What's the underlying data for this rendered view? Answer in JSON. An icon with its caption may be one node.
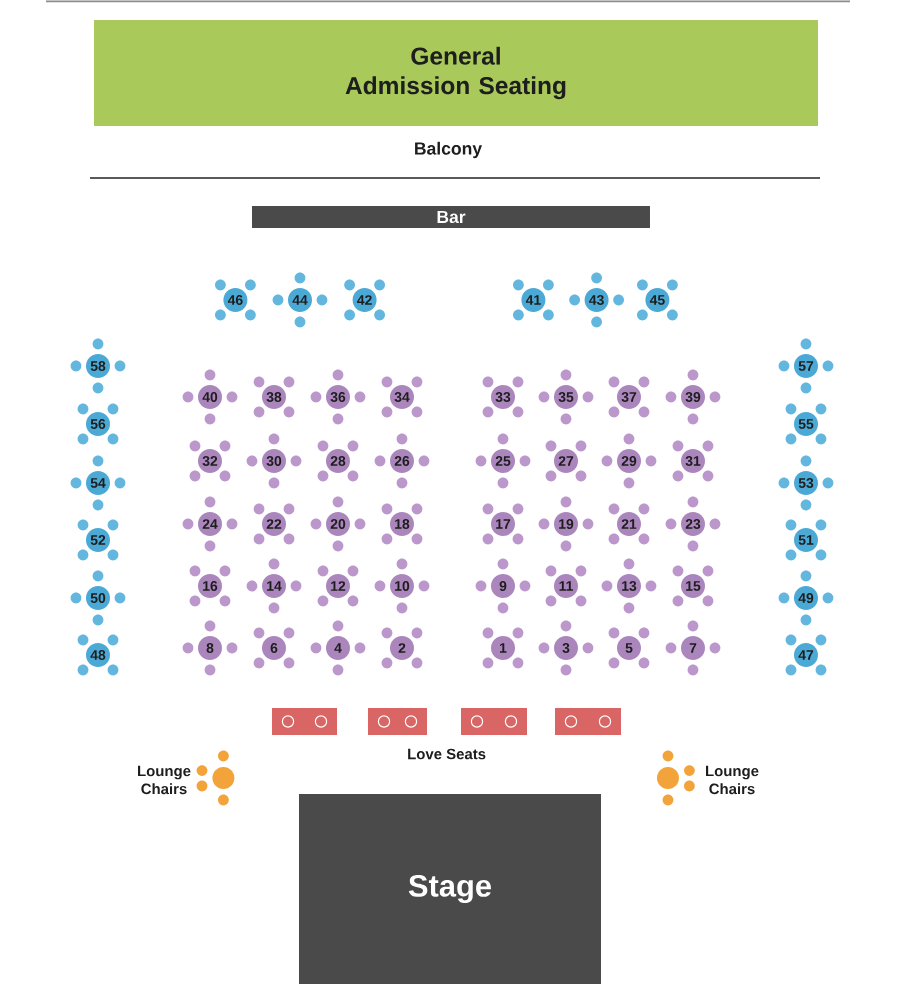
{
  "diagram": {
    "nodes": [
      {
        "text": [
          "General Admission Seating"
        ]
      },
      {
        "text": [
          "Bar"
        ]
      },
      {
        "text": [
          "46"
        ]
      },
      {
        "text": [
          "44"
        ]
      },
      {
        "text": [
          "42"
        ]
      },
      {
        "text": [
          "41"
        ]
      },
      {
        "text": [
          "43"
        ]
      },
      {
        "text": [
          "45"
        ]
      },
      {
        "text": [
          "58"
        ]
      },
      {
        "text": [
          "57"
        ]
      },
      {
        "text": [
          "40"
        ]
      },
      {
        "text": [
          "38"
        ]
      },
      {
        "text": [
          "36"
        ]
      },
      {
        "text": [
          "34"
        ]
      },
      {
        "text": [
          "33"
        ]
      },
      {
        "text": [
          "35"
        ]
      },
      {
        "text": [
          "37"
        ]
      },
      {
        "text": [
          "39"
        ]
      },
      {
        "text": [
          "56"
        ]
      },
      {
        "text": [
          "55"
        ]
      },
      {
        "text": [
          "32"
        ]
      },
      {
        "text": [
          "30"
        ]
      },
      {
        "text": [
          "28"
        ]
      },
      {
        "text": [
          "26"
        ]
      },
      {
        "text": [
          "25"
        ]
      },
      {
        "text": [
          "27"
        ]
      },
      {
        "text": [
          "29"
        ]
      },
      {
        "text": [
          "31"
        ]
      },
      {
        "text": [
          "54"
        ]
      },
      {
        "text": [
          "53"
        ]
      },
      {
        "text": [
          "24"
        ]
      },
      {
        "text": [
          "22"
        ]
      },
      {
        "text": [
          "20"
        ]
      },
      {
        "text": [
          "18"
        ]
      },
      {
        "text": [
          "17"
        ]
      },
      {
        "text": [
          "19"
        ]
      },
      {
        "text": [
          "21"
        ]
      },
      {
        "text": [
          "23"
        ]
      },
      {
        "text": [
          "52"
        ]
      },
      {
        "text": [
          "51"
        ]
      },
      {
        "text": [
          "16"
        ]
      },
      {
        "text": [
          "14"
        ]
      },
      {
        "text": [
          "12"
        ]
      },
      {
        "text": [
          "10"
        ]
      },
      {
        "text": [
          "9"
        ]
      },
      {
        "text": [
          "11"
        ]
      },
      {
        "text": [
          "13"
        ]
      },
      {
        "text": [
          "15"
        ]
      },
      {
        "text": [
          "50"
        ]
      },
      {
        "text": [
          "49"
        ]
      },
      {
        "text": [
          "8"
        ]
      },
      {
        "text": [
          "6"
        ]
      },
      {
        "text": [
          "4"
        ]
      },
      {
        "text": [
          "2"
        ]
      },
      {
        "text": [
          "1"
        ]
      },
      {
        "text": [
          "3"
        ]
      },
      {
        "text": [
          "5"
        ]
      },
      {
        "text": [
          "7"
        ]
      },
      {
        "text": [
          "48"
        ]
      },
      {
        "text": [
          "47"
        ]
      },
      {
        "text": [],
        "shape": "box"
      },
      {
        "text": [],
        "shape": "box"
      },
      {
        "text": [],
        "shape": "box"
      },
      {
        "text": [],
        "shape": "box"
      },
      {
        "text": [],
        "shape": "circle",
        "beside": [
          "Lounge Chairs"
        ]
      },
      {
        "text": [],
        "shape": "circle",
        "beside": [
          "Lounge Chairs"
        ]
      },
      {
        "text": [
          "Stage"
        ]
      }
    ],
    "labels": [
      "Balcony",
      "Love Seats"
    ]
  }
}
